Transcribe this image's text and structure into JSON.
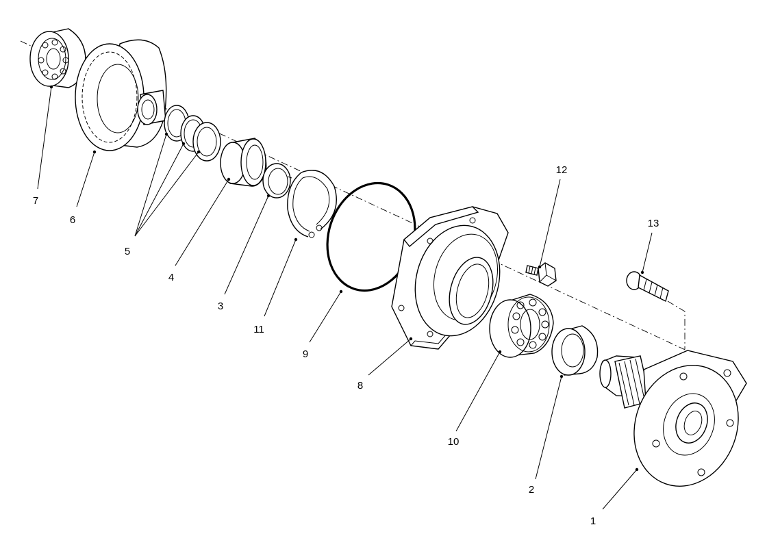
{
  "callouts": {
    "c1": "1",
    "c2": "2",
    "c3": "3",
    "c4": "4",
    "c5": "5",
    "c6": "6",
    "c7": "7",
    "c8": "8",
    "c9": "9",
    "c10": "10",
    "c11": "11",
    "c12": "12",
    "c13": "13"
  },
  "parts": [
    {
      "id": "flange-shaft",
      "callout": "1"
    },
    {
      "id": "bearing-cup",
      "callout": "2"
    },
    {
      "id": "bushing-race",
      "callout": "3"
    },
    {
      "id": "bearing-race",
      "callout": "4"
    },
    {
      "id": "shims",
      "callout": "5"
    },
    {
      "id": "ring-gear",
      "callout": "6"
    },
    {
      "id": "roller-bearing-end",
      "callout": "7"
    },
    {
      "id": "housing-plate",
      "callout": "8"
    },
    {
      "id": "o-ring",
      "callout": "9"
    },
    {
      "id": "roller-bearing",
      "callout": "10"
    },
    {
      "id": "snap-ring",
      "callout": "11"
    },
    {
      "id": "plug-bolt",
      "callout": "12"
    },
    {
      "id": "wheel-stud",
      "callout": "13"
    }
  ]
}
